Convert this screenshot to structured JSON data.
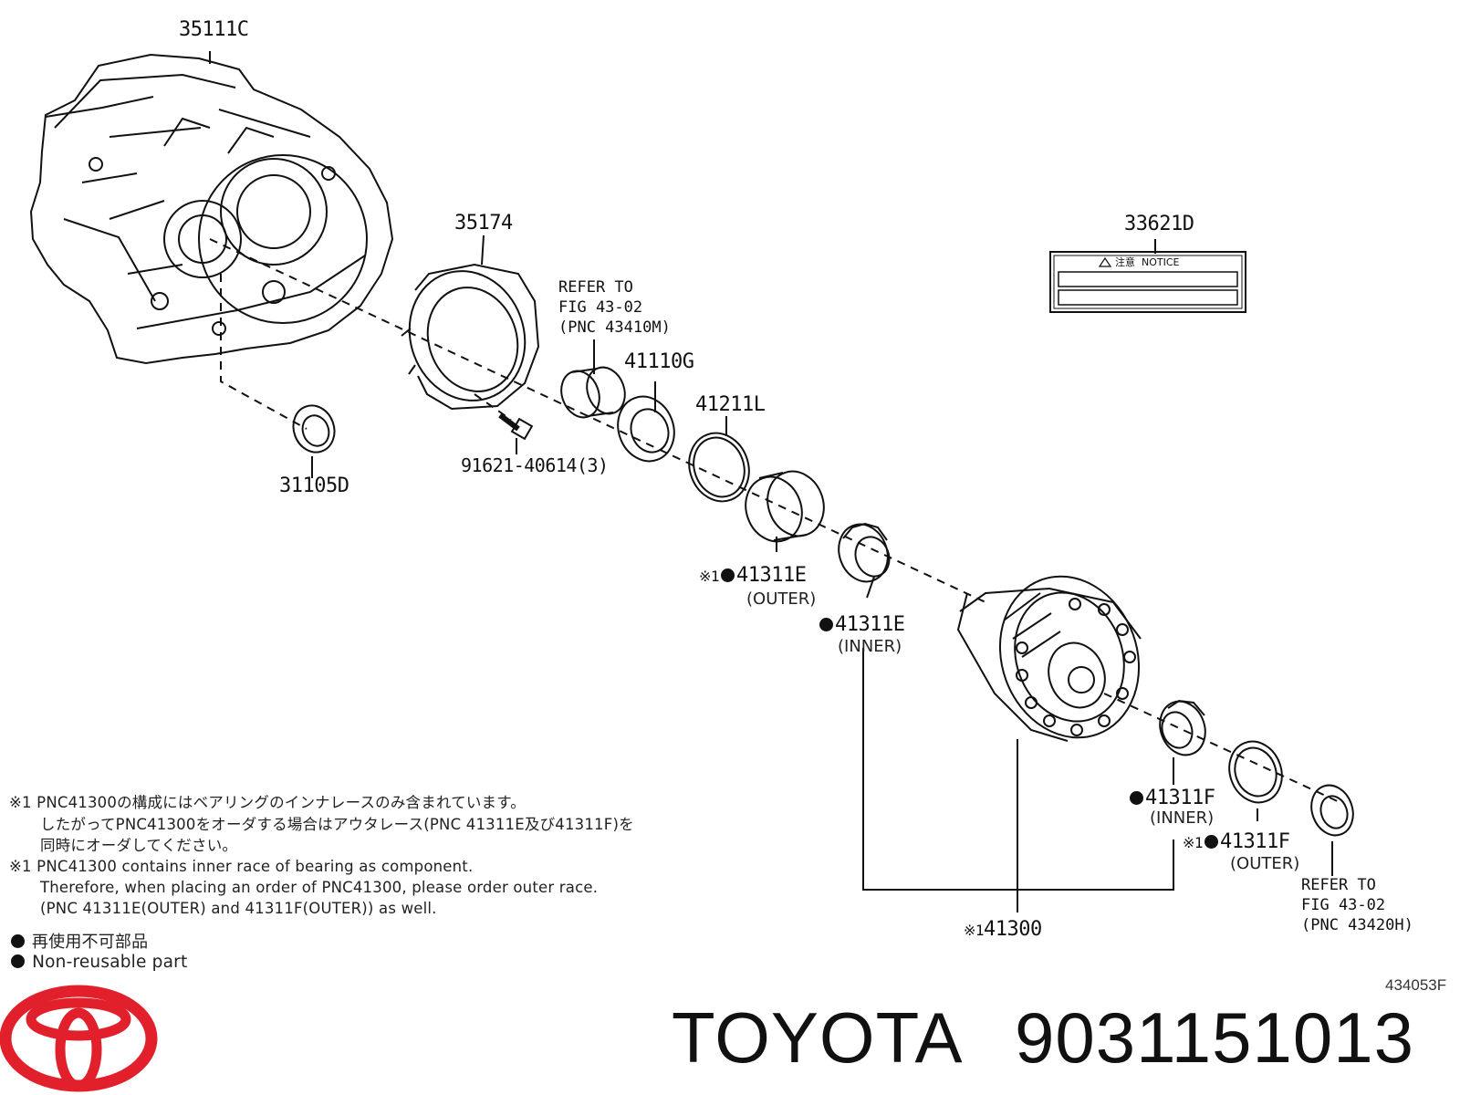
{
  "parts": {
    "p35111C": "35111C",
    "p35174": "35174",
    "p33621D": "33621D",
    "p41110G": "41110G",
    "p41211L": "41211L",
    "p31105D": "31105D",
    "p91621": "91621-40614(3)",
    "p41311E_outer": "41311E",
    "p41311E_inner": "41311E",
    "p41311F_inner": "41311F",
    "p41311F_outer": "41311F",
    "p41300": "41300",
    "mark": "※1"
  },
  "subs": {
    "outer": "(OUTER)",
    "inner": "(INNER)"
  },
  "refer_top": "REFER TO\nFIG 43-02\n(PNC 43410M)",
  "refer_bottom": "REFER TO\nFIG 43-02\n(PNC 43420H)",
  "notice_label": "注意  NOTICE",
  "notes": {
    "jp1": "※1 PNC41300の構成にはベアリングのインナレースのみ含まれています。",
    "jp2": "したがってPNC41300をオーダする場合はアウタレース(PNC 41311E及び41311F)を",
    "jp3": "同時にオーダしてください。",
    "en1": "※1 PNC41300 contains inner race of bearing as component.",
    "en2": "Therefore, when placing an order of PNC41300, please order outer race.",
    "en3": "(PNC 41311E(OUTER) and 41311F(OUTER)) as well.",
    "legend_jp": "再使用不可部品",
    "legend_en": "Non-reusable part"
  },
  "figure_code": "434053F",
  "brand": "TOYOTA",
  "part_number": "9031151013",
  "colors": {
    "logo_red": "#e2202c",
    "ink": "#111111"
  }
}
